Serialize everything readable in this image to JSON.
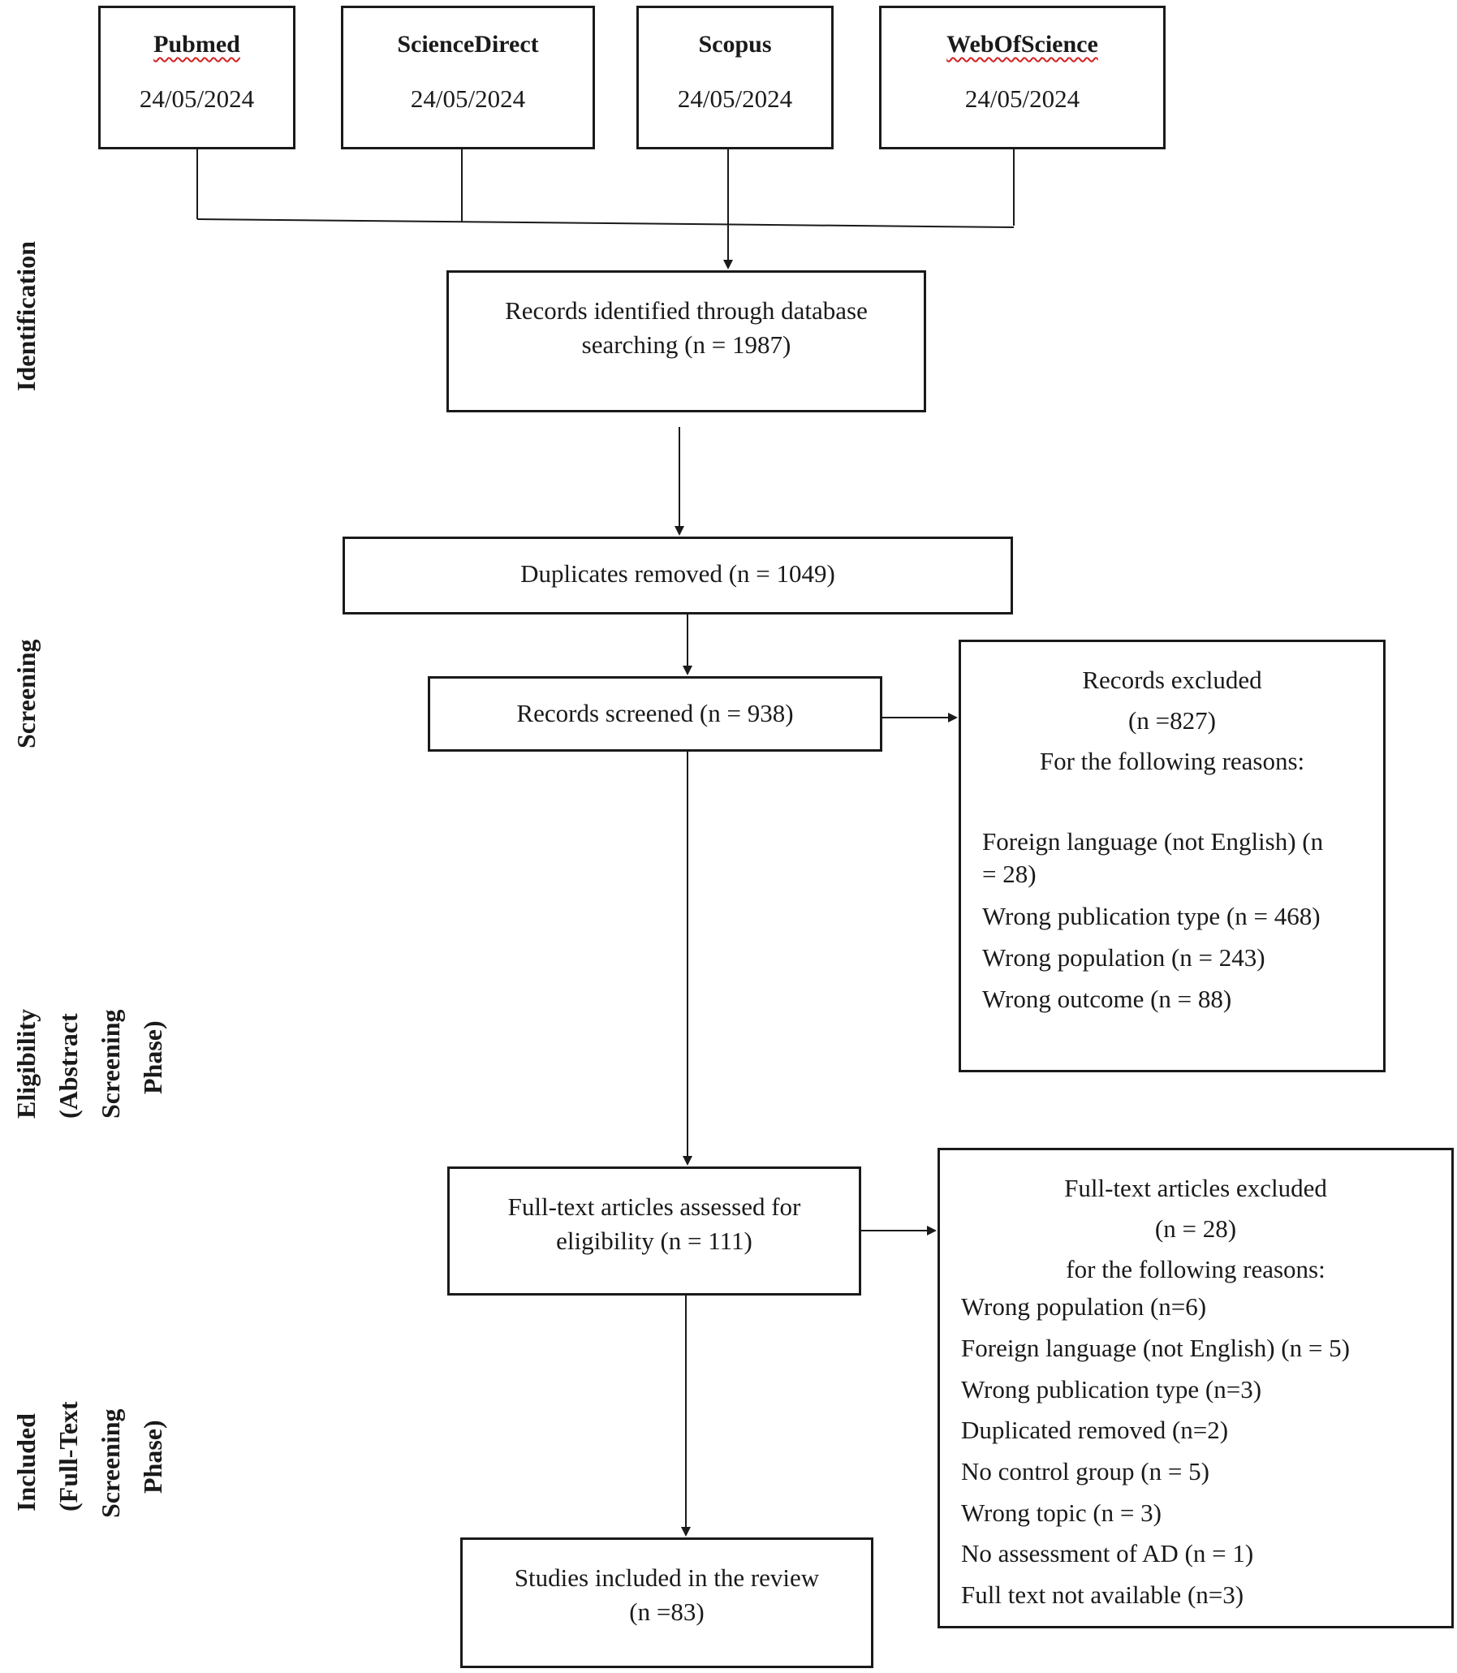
{
  "databases": [
    {
      "name": "Pubmed",
      "date": "24/05/2024"
    },
    {
      "name": "ScienceDirect",
      "date": "24/05/2024"
    },
    {
      "name": "Scopus",
      "date": "24/05/2024"
    },
    {
      "name": "WebOfScience",
      "date": "24/05/2024"
    }
  ],
  "phases": {
    "identification": "Identification",
    "screening": "Screening",
    "eligibility": [
      "Eligibility",
      "(Abstract",
      "Screening",
      "Phase)"
    ],
    "included": [
      "Included",
      "(Full-Text",
      "Screening",
      "Phase)"
    ]
  },
  "records_identified": [
    "Records identified  through database",
    "searching (n = 1987)"
  ],
  "duplicates_removed": "Duplicates removed (n = 1049)",
  "records_screened": "Records screened (n = 938)",
  "records_excluded": {
    "title": "Records excluded",
    "count": "(n =827)",
    "subtitle": "For the following reasons:",
    "reasons": [
      "Foreign language (not English) (n",
      "= 28)",
      "Wrong publication type (n = 468)",
      "Wrong population (n = 243)",
      "Wrong outcome (n = 88)"
    ]
  },
  "fulltext_assessed": [
    "Full-text articles assessed for",
    "eligibility  (n = 111)"
  ],
  "fulltext_excluded": {
    "title": "Full-text articles excluded",
    "count": "(n = 28)",
    "subtitle": "for the following reasons:",
    "reasons": [
      "Wrong population (n=6)",
      "Foreign language (not English) (n = 5)",
      "Wrong publication type (n=3)",
      "Duplicated removed (n=2)",
      "No control group (n = 5)",
      "Wrong topic (n = 3)",
      "No assessment of AD (n = 1)",
      "Full text not available (n=3)"
    ]
  },
  "studies_included": [
    "Studies included in the review",
    "(n =83)"
  ]
}
